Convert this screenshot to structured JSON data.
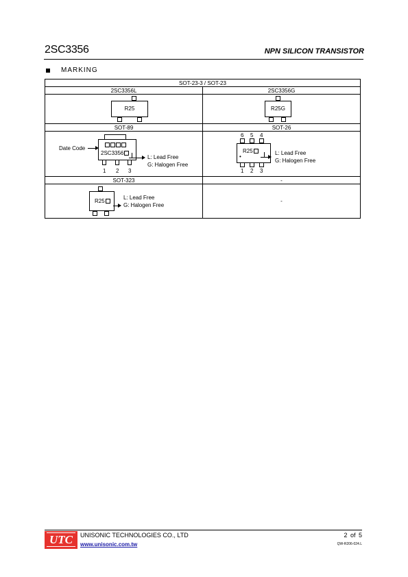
{
  "header": {
    "part_number": "2SC3356",
    "doc_type": "NPN SILICON TRANSISTOR"
  },
  "section": {
    "title": "MARKING"
  },
  "marking_table": {
    "sot23_header": "SOT-23-3 / SOT-23",
    "sot23_lead_free": {
      "title": "2SC3356L",
      "marking": "R25"
    },
    "sot23_halogen_free": {
      "title": "2SC3356G",
      "marking": "R25G"
    },
    "sot89": {
      "title": "SOT-89",
      "date_code_label": "Date Code",
      "marking": "2SC3356",
      "lead_free": "L: Lead Free",
      "halogen_free": "G: Halogen Free",
      "pins": [
        "1",
        "2",
        "3"
      ]
    },
    "sot26": {
      "title": "SOT-26",
      "marking": "R25",
      "dot": "•",
      "lead_free": "L: Lead Free",
      "halogen_free": "G: Halogen Free",
      "top_pins": [
        "6",
        "5",
        "4"
      ],
      "bottom_pins": [
        "1",
        "2",
        "3"
      ]
    },
    "sot323": {
      "title": "SOT-323",
      "marking": "R25",
      "lead_free": "L: Lead Free",
      "halogen_free": "G: Halogen Free"
    },
    "empty_header": "-",
    "empty_cell": "-"
  },
  "footer": {
    "logo_text": "UTC",
    "company": "UNISONIC TECHNOLOGIES CO., LTD",
    "website": "www.unisonic.com.tw",
    "page": "2 of 5",
    "doc_code": "QW-R206-024.L"
  },
  "colors": {
    "logo_red": "#e6322d",
    "link_blue": "#1a1aa6"
  }
}
